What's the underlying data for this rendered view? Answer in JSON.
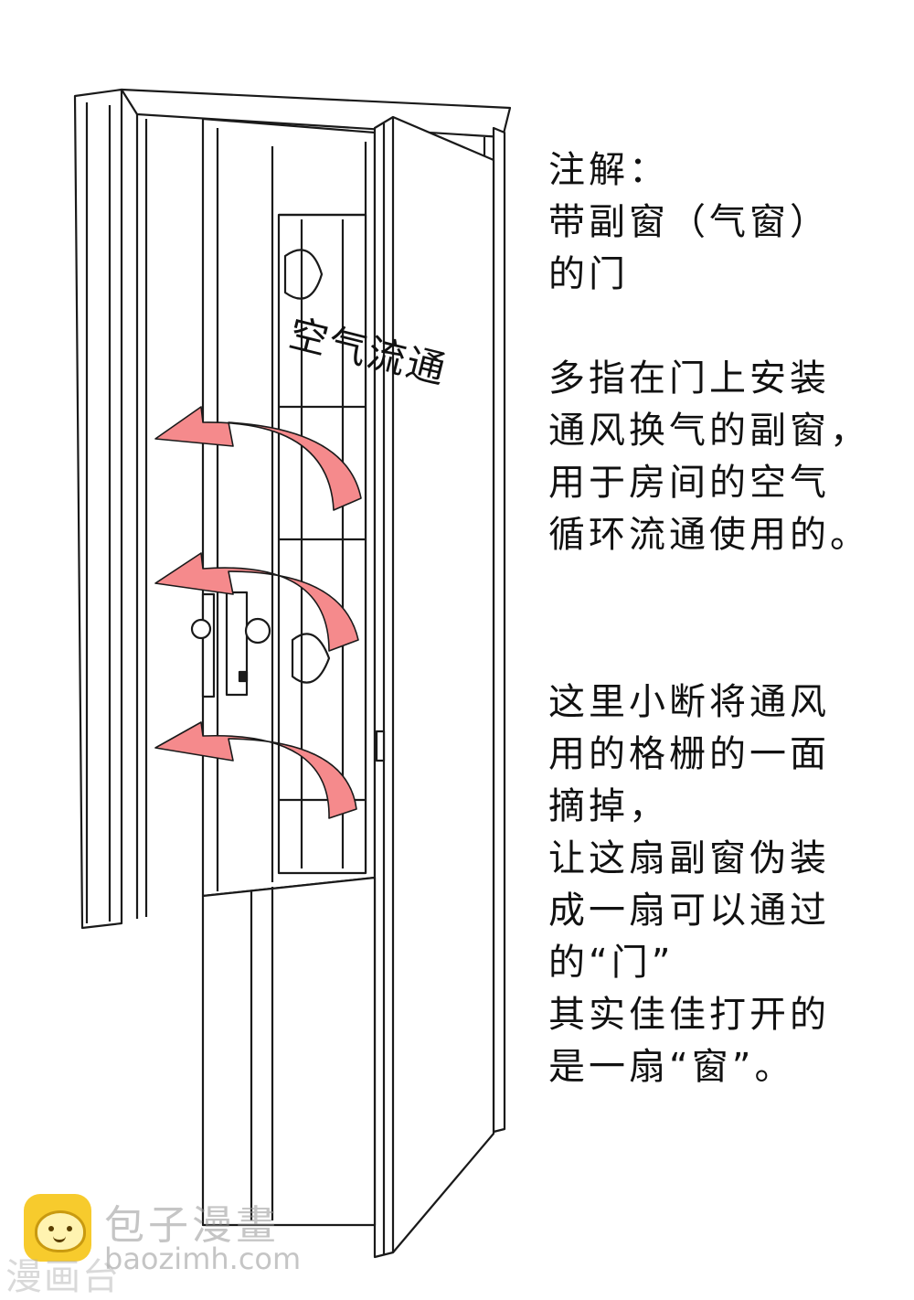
{
  "illustration_label": "空气流通",
  "note_block_1": [
    "注解：",
    "带副窗（气窗）",
    "的门",
    "",
    "多指在门上安装",
    "通风换气的副窗，",
    "用于房间的空气",
    "循环流通使用的。"
  ],
  "note_block_2": [
    "这里小断将通风",
    "用的格栅的一面",
    "摘掉，",
    "让这扇副窗伪装",
    "成一扇可以通过",
    "的“门”",
    "其实佳佳打开的",
    "是一扇“窗”。"
  ],
  "watermark": {
    "name": "包子漫畫",
    "url": "baozimh.com",
    "side": "漫画台"
  },
  "colors": {
    "arrow_fill": "#f58a8c",
    "line": "#1a1a1a",
    "logo": "#f7cb2d"
  }
}
